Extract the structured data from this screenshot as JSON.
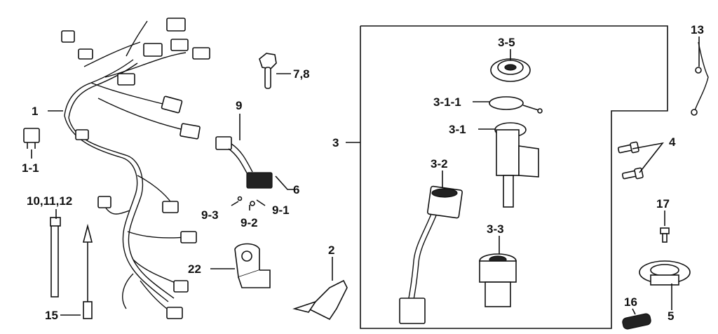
{
  "diagram": {
    "callouts": {
      "c1": "1",
      "c1_1": "1-1",
      "c10": "10,11,12",
      "c15": "15",
      "c7": "7,8",
      "c9": "9",
      "c6": "6",
      "c9_3": "9-3",
      "c9_2": "9-2",
      "c9_1": "9-1",
      "c22": "22",
      "c2": "2",
      "c3": "3",
      "c3_5": "3-5",
      "c3_1_1": "3-1-1",
      "c3_1": "3-1",
      "c3_2": "3-2",
      "c3_3": "3-3",
      "c13": "13",
      "c4": "4",
      "c17": "17",
      "c16": "16",
      "c5": "5"
    },
    "icons": {
      "harness": "wire-harness-icon",
      "relay": "relay-icon",
      "key": "key-icon",
      "ignition": "ignition-switch-icon",
      "lock": "seat-lock-icon",
      "fuelcap": "fuel-cap-icon"
    }
  }
}
